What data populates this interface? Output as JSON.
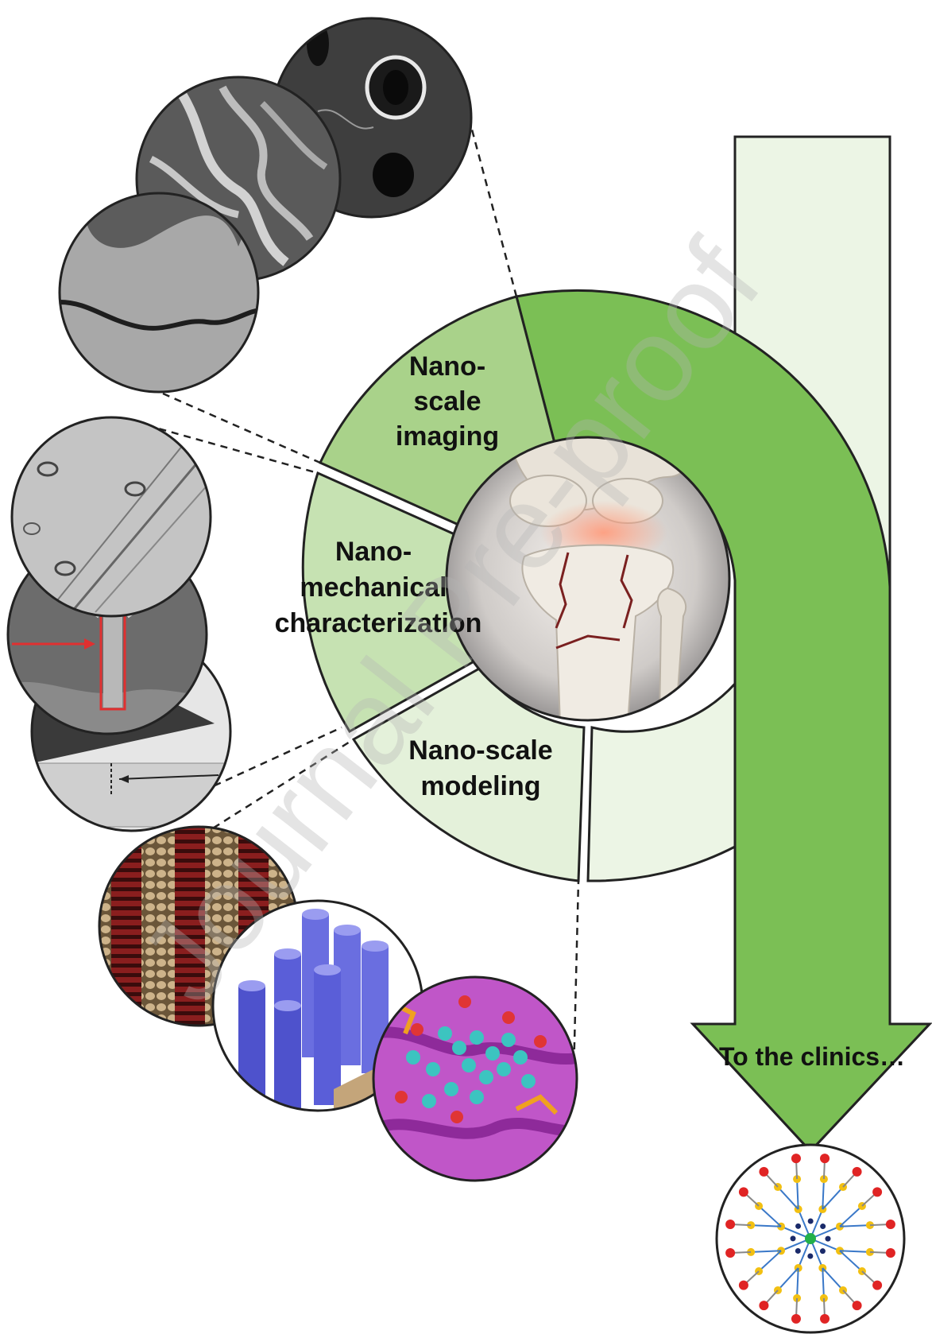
{
  "segments": {
    "imaging": [
      "Nano-",
      "scale",
      "imaging"
    ],
    "mechanical": [
      "Nano-",
      "mechanical",
      "characterization"
    ],
    "modeling": [
      "Nano-scale",
      "modeling"
    ]
  },
  "arrow_label": "To the clinics…",
  "watermark": "Journal Pre-proof",
  "colors": {
    "dark_green": "#7bbf55",
    "light_green": "#a9d28a",
    "pale_green": "#c6e2b2",
    "palest_green": "#e4f1da",
    "arrow_fill": "#ecf5e5"
  }
}
